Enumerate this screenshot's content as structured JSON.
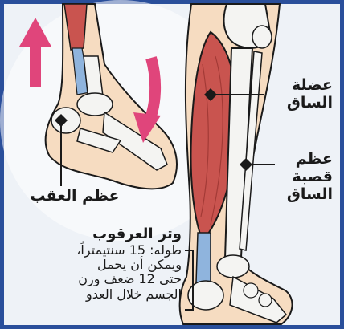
{
  "labels": {
    "calf_muscle": [
      "عضلة",
      "الساق"
    ],
    "shin_bone": [
      "عظم",
      "قصبة",
      "الساق"
    ],
    "heel_bone": "عظم العقب",
    "achilles_title": "وتر العرقوب",
    "achilles_desc": [
      "طوله: 15 سنتيمتراً،",
      "ويمكن أن يحمل",
      "حتى 12 ضعف وزن",
      "الجسم خلال العدو"
    ]
  },
  "colors": {
    "frame": "#2a4f9b",
    "arrow": "#e0457b",
    "muscle": "#c9544f",
    "skin": "#f6dcc1",
    "bone": "#f4f4f2",
    "tendon": "#8fb4dd"
  }
}
